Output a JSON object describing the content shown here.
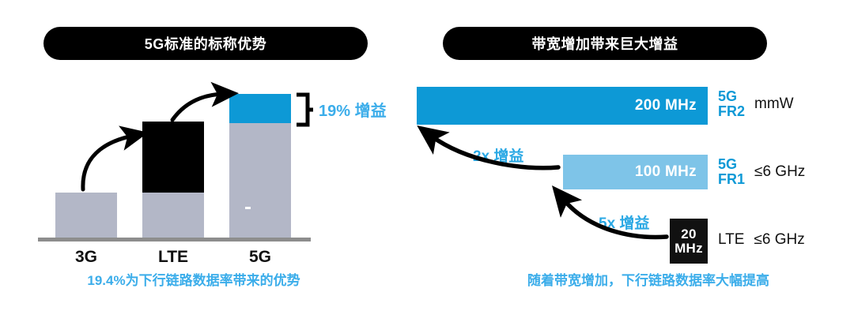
{
  "left_panel": {
    "title": "5G标准的标称优势",
    "caption": "19.4%为下行链路数据率带来的优势",
    "gain_label": "19% 增益",
    "chart_data": {
      "type": "bar",
      "title": "5G标准的标称优势",
      "categories": [
        "3G",
        "LTE",
        "5G"
      ],
      "series": [
        {
          "name": "base",
          "color": "#b3b7c7",
          "values": [
            57,
            57,
            157
          ]
        },
        {
          "name": "increment-lte",
          "color": "#000000",
          "values": [
            0,
            90,
            0
          ]
        },
        {
          "name": "increment-5g",
          "color": "#0d99d6",
          "values": [
            0,
            0,
            37
          ]
        }
      ],
      "total_values": [
        57,
        147,
        194
      ],
      "annotations": [
        "19% 增益",
        "19.4%为下行链路数据率带来的优势"
      ],
      "xlabel": "",
      "ylabel": "",
      "grid": false,
      "legend": "none"
    }
  },
  "right_panel": {
    "title": "带宽增加带来巨大增益",
    "caption": "随着带宽增加，下行链路数据率大幅提高",
    "chart_data": {
      "type": "bar",
      "title": "带宽增加带来巨大增益",
      "orientation": "horizontal",
      "categories": [
        "5G FR2",
        "5G FR1",
        "LTE"
      ],
      "values": [
        200,
        100,
        20
      ],
      "unit": "MHz",
      "xlabel": "",
      "ylabel": "",
      "grid": false,
      "legend": "none",
      "annotations": [
        "2x 增益",
        "5x 增益"
      ]
    },
    "rows": [
      {
        "bar_value": "200 MHz",
        "generation": "5G",
        "frequency_range": "FR2",
        "band": "mmW",
        "color": "#0d99d6"
      },
      {
        "bar_value": "100 MHz",
        "generation": "5G",
        "frequency_range": "FR1",
        "band": "≤6 GHz",
        "color": "#7ec4e8"
      },
      {
        "bar_value_line1": "20",
        "bar_value_line2": "MHz",
        "generation": "LTE",
        "band": "≤6 GHz",
        "color": "#111111"
      }
    ],
    "gain_2x": "2x 增益",
    "gain_5x": "5x 增益"
  },
  "colors": {
    "accent_blue": "#0d99d6",
    "light_blue": "#7ec4e8",
    "caption_blue": "#3badea",
    "bar_gray": "#b3b7c7",
    "baseline_gray": "#8d8d8d",
    "black": "#000000"
  }
}
